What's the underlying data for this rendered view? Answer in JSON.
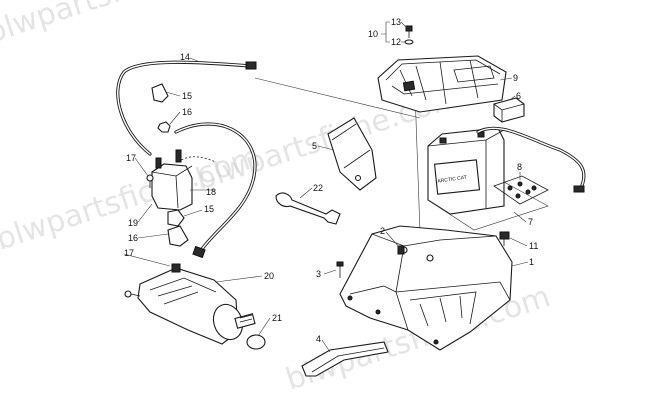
{
  "watermark": {
    "text_1": "blwpartsfiche.com",
    "text_2": "blwpartsfiche.com",
    "text_3": "blwpartsfiche.com",
    "text_4": "blwpartsfiche.com"
  },
  "callouts": {
    "c1": "1",
    "c2": "2",
    "c3": "3",
    "c4": "4",
    "c5": "5",
    "c6": "6",
    "c7": "7",
    "c8": "8",
    "c9": "9",
    "c10": "10",
    "c11": "11",
    "c12": "12",
    "c13": "13",
    "c14": "14",
    "c15a": "15",
    "c15b": "15",
    "c16a": "16",
    "c16b": "16",
    "c17a": "17",
    "c17b": "17",
    "c18": "18",
    "c19": "19",
    "c20": "20",
    "c21": "21",
    "c22": "22"
  },
  "battery_brand": "ARCTIC CAT"
}
